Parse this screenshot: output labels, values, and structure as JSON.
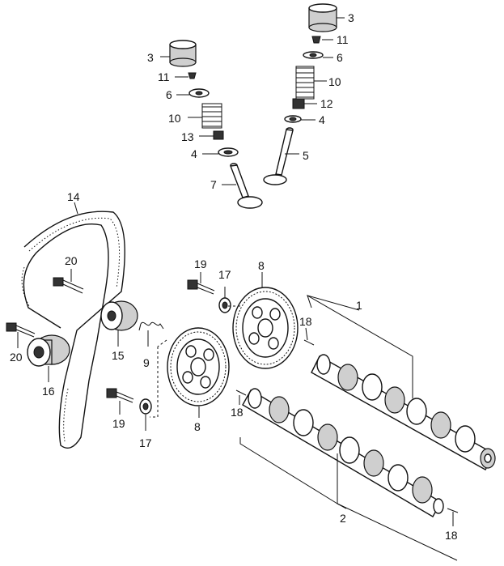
{
  "labels": {
    "l3a": "3",
    "l11a": "11",
    "l6a": "6",
    "l10a": "10",
    "l12": "12",
    "l4a": "4",
    "l5": "5",
    "l3b": "3",
    "l11b": "11",
    "l6b": "6",
    "l10b": "10",
    "l13": "13",
    "l4b": "4",
    "l7": "7",
    "l14": "14",
    "l20a": "20",
    "l20b": "20",
    "l16": "16",
    "l15": "15",
    "l9": "9",
    "l19a": "19",
    "l17a": "17",
    "l8a": "8",
    "l1": "1",
    "l18a": "18",
    "l19b": "19",
    "l17b": "17",
    "l8b": "8",
    "l18b": "18",
    "l2": "2",
    "l18c": "18"
  },
  "colors": {
    "line": "#111111",
    "fill": "#ffffff",
    "shade": "#cfcfcf"
  }
}
